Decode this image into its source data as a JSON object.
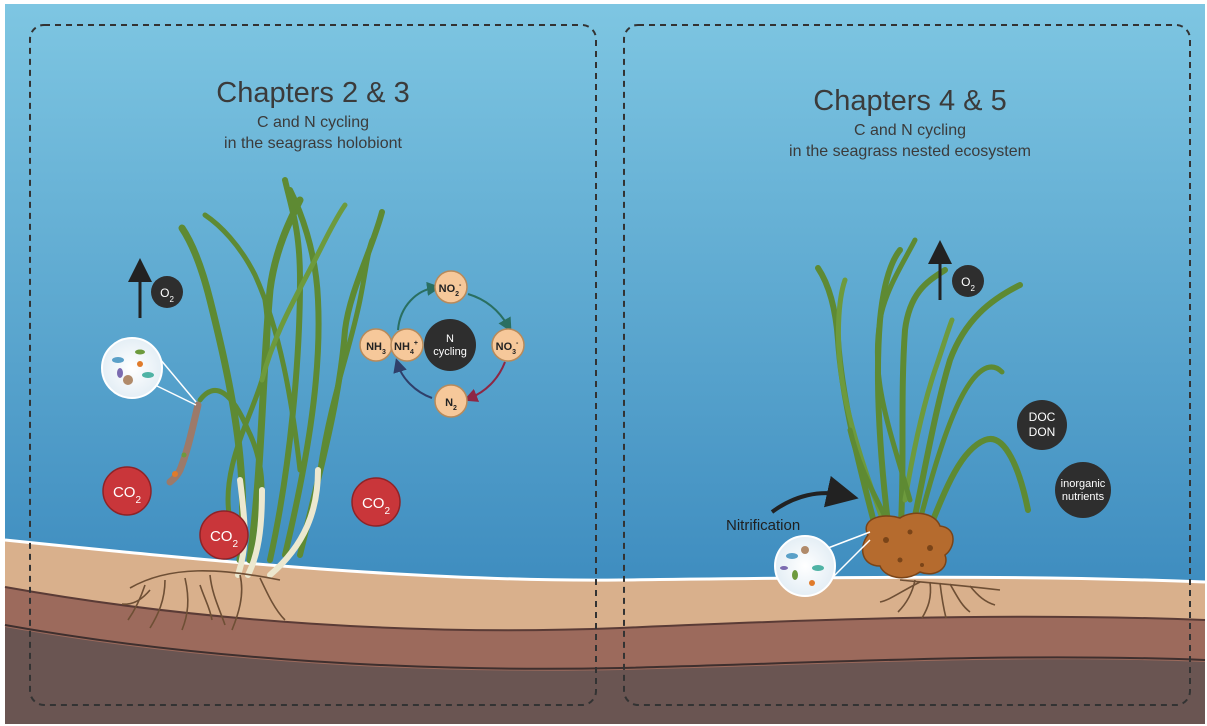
{
  "colors": {
    "water_top": "#7ec6e2",
    "water_bottom": "#2f7fb7",
    "sand": "#d9b08c",
    "mid_sediment": "#9c6a5c",
    "deep_sediment": "#6a5552",
    "seagrass": "#5e8a33",
    "co2_fill": "#c9363a",
    "dark_circle": "#2e2e2e",
    "n_species_fill": "#f6c89a"
  },
  "left_panel": {
    "title": "Chapters 2 & 3",
    "subtitle_line1": "C and N cycling",
    "subtitle_line2": "in the seagrass holobiont",
    "o2": {
      "main": "O",
      "sub": "2"
    },
    "co2_labels": [
      {
        "main": "CO",
        "sub": "2"
      },
      {
        "main": "CO",
        "sub": "2"
      },
      {
        "main": "CO",
        "sub": "2"
      }
    ],
    "n_cycle": {
      "center_line1": "N",
      "center_line2": "cycling",
      "nh3": {
        "main": "NH",
        "sub": "3"
      },
      "nh4": {
        "main": "NH",
        "sub": "4",
        "sup": "+"
      },
      "no2": {
        "main": "NO",
        "sub": "2",
        "sup": "-"
      },
      "no3": {
        "main": "NO",
        "sub": "3",
        "sup": "-"
      },
      "n2": {
        "main": "N",
        "sub": "2"
      }
    }
  },
  "right_panel": {
    "title": "Chapters 4 & 5",
    "subtitle_line1": "C and N cycling",
    "subtitle_line2": "in the seagrass nested ecosystem",
    "o2": {
      "main": "O",
      "sub": "2"
    },
    "doc": "DOC",
    "don": "DON",
    "inorganic_line1": "inorganic",
    "inorganic_line2": "nutrients",
    "nitrification": "Nitrification"
  },
  "icons": [
    "up-arrow-icon",
    "microbe-zoom-icon",
    "curved-arrow-icon",
    "sponge-icon",
    "seagrass-icon",
    "roots-icon"
  ]
}
